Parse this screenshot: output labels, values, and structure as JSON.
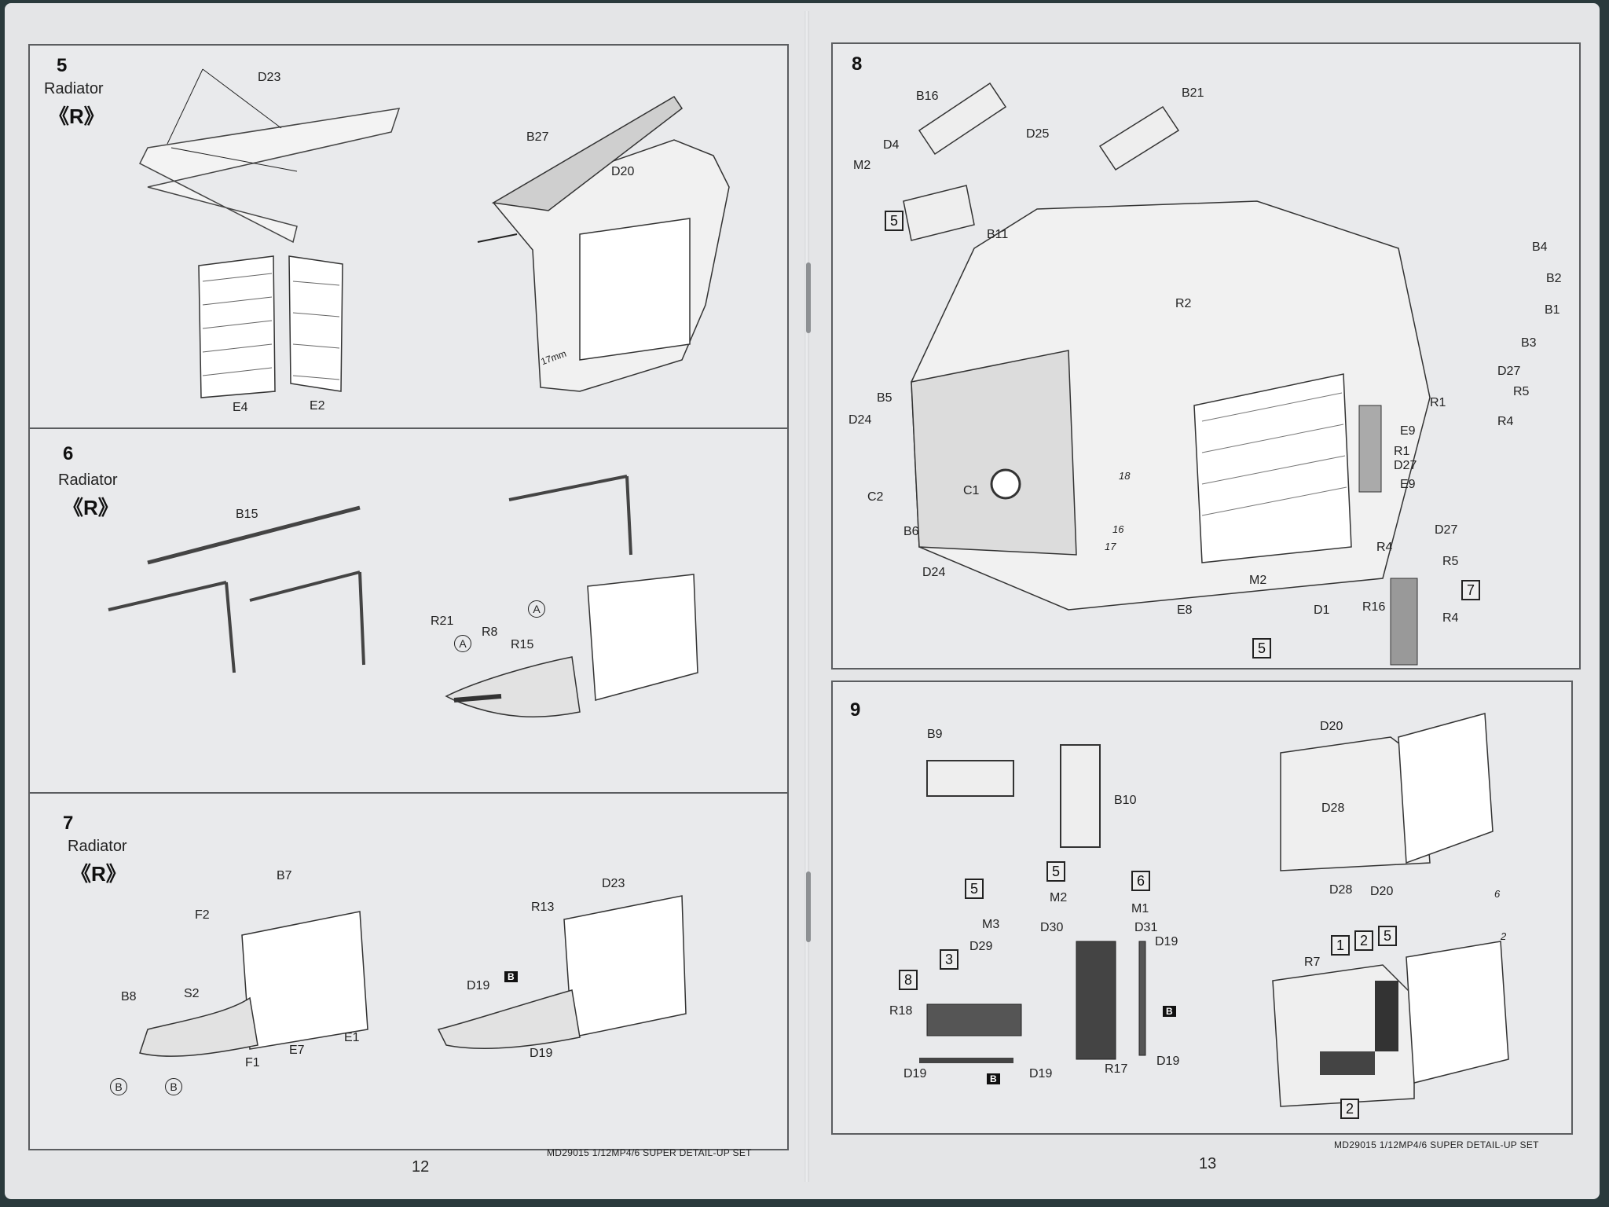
{
  "pages": [
    {
      "number": "12",
      "footer": "MD29015 1/12MP4/6 SUPER DETAIL-UP SET"
    },
    {
      "number": "13",
      "footer": "MD29015 1/12MP4/6 SUPER DETAIL-UP SET"
    }
  ],
  "steps": {
    "s5": {
      "number": "5",
      "title": "Radiator",
      "side": "《R》",
      "labels": {
        "d23": "D23",
        "b27": "B27",
        "d20": "D20",
        "e4": "E4",
        "e2": "E2",
        "mm": "17mm"
      }
    },
    "s6": {
      "number": "6",
      "title": "Radiator",
      "side": "《R》",
      "labels": {
        "b15": "B15",
        "r21": "R21",
        "r8": "R8",
        "r15": "R15",
        "a1": "A",
        "a2": "A"
      }
    },
    "s7": {
      "number": "7",
      "title": "Radiator",
      "side": "《R》",
      "labels": {
        "b7": "B7",
        "f2": "F2",
        "b8": "B8",
        "s2": "S2",
        "f1": "F1",
        "e7": "E7",
        "e1": "E1",
        "b1c": "B",
        "b2c": "B",
        "r13": "R13",
        "d23": "D23",
        "d19a": "D19",
        "d19b": "D19",
        "bblk": "B"
      }
    },
    "s8": {
      "number": "8",
      "labels": {
        "b16": "B16",
        "d4": "D4",
        "m2": "M2",
        "d25": "D25",
        "b11": "B11",
        "b21": "B21",
        "b4": "B4",
        "b2": "B2",
        "b1": "B1",
        "b3": "B3",
        "r2": "R2",
        "b5": "B5",
        "d24a": "D24",
        "c2": "C2",
        "c1": "C1",
        "b6": "B6",
        "d24b": "D24",
        "e8": "E8",
        "m2b": "M2",
        "d1": "D1",
        "d27a": "D27",
        "r1a": "R1",
        "r5a": "R5",
        "r4a": "R4",
        "e9a": "E9",
        "r1b": "R1",
        "d27b": "D27",
        "e9b": "E9",
        "r4b": "R4",
        "d27c": "D27",
        "r5b": "R5",
        "r16": "R16",
        "r4c": "R4",
        "n16": "16",
        "n17": "17",
        "n18": "18",
        "sq5a": "5",
        "sq5b": "5",
        "sq7": "7"
      }
    },
    "s9": {
      "number": "9",
      "labels": {
        "b9": "B9",
        "b10": "B10",
        "sq5a": "5",
        "sq5b": "5",
        "sq6": "6",
        "m2": "M2",
        "m1": "M1",
        "m3": "M3",
        "d30": "D30",
        "d31": "D31",
        "d29": "D29",
        "d19a": "D19",
        "sq8": "8",
        "sq3": "3",
        "r18": "R18",
        "d19b": "D19",
        "d19c": "D19",
        "r17": "R17",
        "d19d": "D19",
        "bblk1": "B",
        "bblk2": "B",
        "d20a": "D20",
        "d28a": "D28",
        "d28b": "D28",
        "d20b": "D20",
        "r7": "R7",
        "sq1": "1",
        "sq2a": "2",
        "sq5c": "5",
        "sq2b": "2",
        "n6": "6",
        "n2": "2"
      }
    }
  }
}
